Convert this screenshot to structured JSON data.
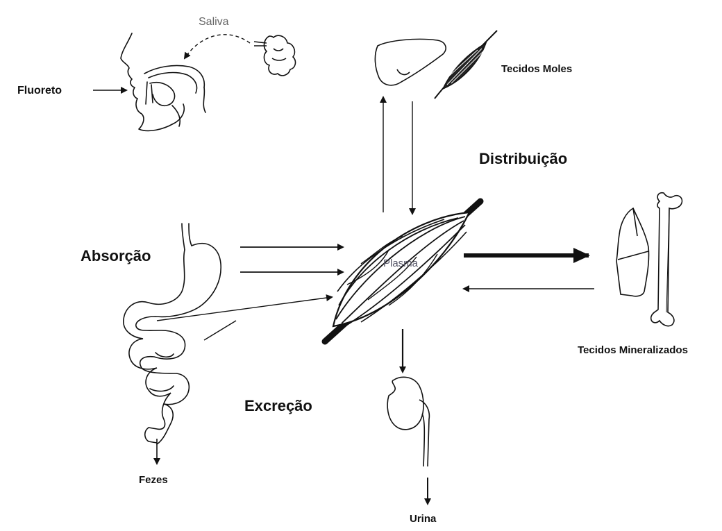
{
  "labels": {
    "saliva": "Saliva",
    "fluoreto": "Fluoreto",
    "tecidos_moles": "Tecidos Moles",
    "distribuicao": "Distribuição",
    "absorcao": "Absorção",
    "plasma": "Plasma",
    "tecidos_mineralizados": "Tecidos Mineralizados",
    "excrecao": "Excreção",
    "fezes": "Fezes",
    "urina": "Urina"
  },
  "colors": {
    "ink": "#111111",
    "background": "#ffffff",
    "plasma_text": "#555566"
  },
  "illustrations": [
    "face-mouth-sagittal-icon",
    "salivary-gland-icon",
    "liver-icon",
    "soft-tissue-muscle-icon",
    "plasma-vessel-icon",
    "tooth-icon",
    "bone-femur-icon",
    "digestive-tract-icon",
    "kidney-icon"
  ]
}
